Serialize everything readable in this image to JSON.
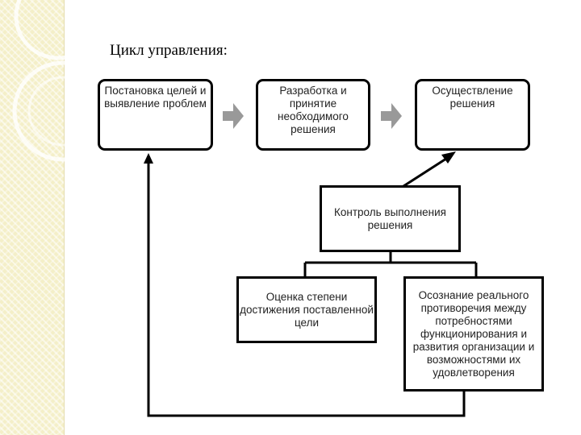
{
  "title": "Цикл управления:",
  "nodes": {
    "goal_setting": "Постановка целей и выявление проблем",
    "decision_making": "Разработка и принятие необходимого решения",
    "implementation": "Осуществление решения",
    "control": "Контроль выполнения решения",
    "goal_assessment": "Оценка степени достижения поставленной цели",
    "contradiction_awareness": "Осознание реального противоречия между потребностями функционирования и развития организации и возможностями их удовлетворения"
  },
  "colors": {
    "arrow_fill": "#999999",
    "line": "#000000",
    "sidebar": "#f4efc8"
  },
  "icons": [
    "right-arrow-icon",
    "arrowhead-icon"
  ]
}
